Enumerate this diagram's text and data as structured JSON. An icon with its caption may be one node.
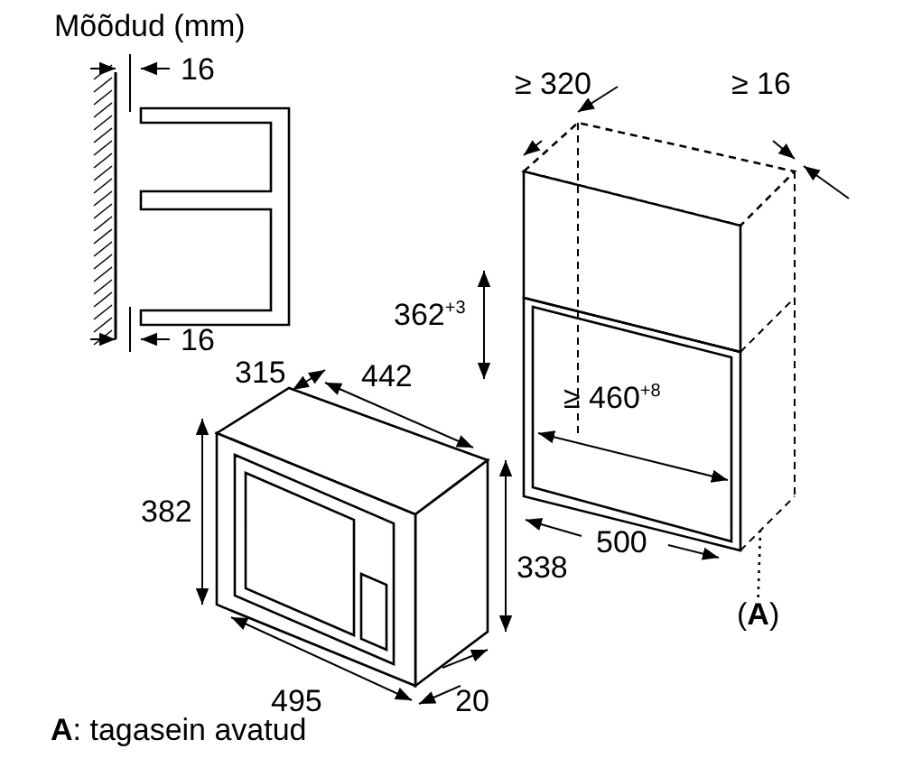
{
  "diagram": {
    "title": "Mõõdud (mm)",
    "caption": "**A**: tagasein avatud",
    "nodes": [
      {
        "text": [
          "(**A**)"
        ]
      },
      {
        "text": [],
        "shape": "picture"
      }
    ],
    "edges": [
      {
        "from": 0,
        "to": 1,
        "arrow": "none",
        "style": "dashed"
      }
    ],
    "labels": [
      "16",
      "≥ 320",
      "≥ 16",
      "16",
      "362$^{+3}$",
      "315",
      "442",
      "≥ 460$^{+8}$",
      "382",
      "338",
      "500",
      "495",
      "20"
    ]
  }
}
